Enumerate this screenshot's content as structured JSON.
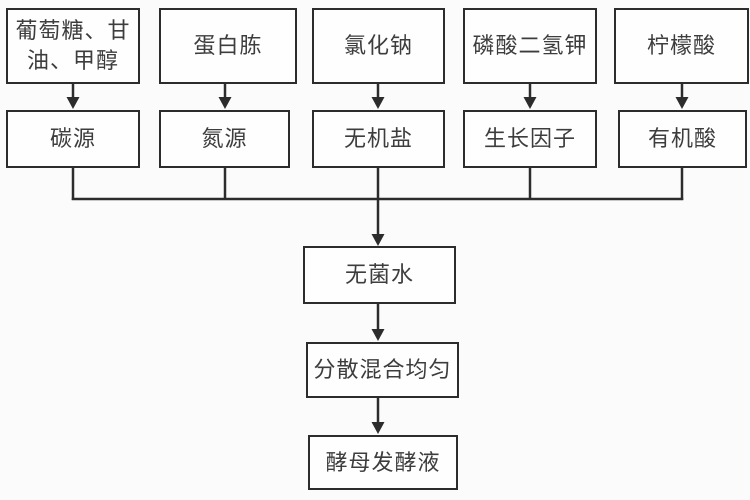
{
  "diagram": {
    "title": "yeast-fermentation-medium-flowchart",
    "columns": [
      {
        "source": "葡萄糖、甘油、甲醇",
        "category": "碳源"
      },
      {
        "source": "蛋白胨",
        "category": "氮源"
      },
      {
        "source": "氯化钠",
        "category": "无机盐"
      },
      {
        "source": "磷酸二氢钾",
        "category": "生长因子"
      },
      {
        "source": "柠檬酸",
        "category": "有机酸"
      }
    ],
    "steps": [
      {
        "label": "无菌水"
      },
      {
        "label": "分散混合均匀"
      },
      {
        "label": "酵母发酵液"
      }
    ],
    "colors": {
      "background": "#fbfbfb",
      "box_fill": "#fefefe",
      "line": "#2c2c2c",
      "text": "#3d3d3d"
    }
  }
}
